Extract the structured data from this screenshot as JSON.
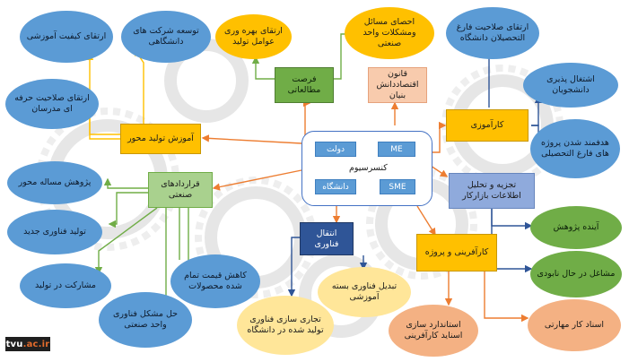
{
  "center": {
    "label": "کنسرسیوم",
    "chips": [
      "دولت",
      "ME",
      "دانشگاه",
      "SME"
    ]
  },
  "hubs": {
    "study_opportunity": "فرصت مطالعاتی",
    "knowledge_based_law": "قانون اقتصاددانش بنیان",
    "internship": "کارآموزی",
    "market_analysis": "تجزیه و تحلیل اطلاعات بازارکار",
    "entrepreneurship_project": "کارآفرینی و پروژه",
    "tech_transfer": "انتقال فناوری",
    "industrial_contracts": "قراردادهای صنعتی",
    "production_training": "آموزش تولید محور"
  },
  "leaves": {
    "productivity": "ارتقای بهره وری عوامل تولید",
    "industry_problems": "احصای مسائل ومشکلات واحد صنعتی",
    "graduate_qualification": "ارتقای صلاحیت فارغ التحصیلان دانشگاه",
    "education_quality": "ارتقای کیفیت آموزشی",
    "university_companies": "توسعه شرکت های دانشگاهی",
    "teacher_competence": "ارتقای صلاحیت حرفه ای مدرسان",
    "student_employability": "اشتغال پذیری دانشجویان",
    "targeted_projects": "هدفمند شدن پروژه های فارغ التحصیلی",
    "future_research": "آینده پژوهش",
    "vanishing_jobs": "مشاغل در حال نابودی",
    "skill_standard": "استاندارد سازی اسناید کارآفرینی",
    "professional_doc": "اسناد کار مهارتی",
    "packaged_tech": "تبدیل فناوری بسته آموزشی",
    "commercialize_tech": "تجاری سازی فناوری تولید شده در دانشگاه",
    "cost_reduction": "کاهش قیمت تمام شده محصولات",
    "solve_tech_problem": "حل مشکل فناوری واحد صنعتی",
    "production_partnership": "مشارکت در تولید",
    "new_technology": "تولید فناوری جدید",
    "problem_research": "پژوهش مساله محور"
  },
  "logo": {
    "prefix": "tvu",
    "suffix": ".ac.ir"
  },
  "colors": {
    "arrow_orange": "#ed7d31",
    "arrow_blue": "#4472c4",
    "arrow_yellow": "#ffc000",
    "arrow_green": "#70ad47",
    "gear": "#e6e6e6"
  }
}
